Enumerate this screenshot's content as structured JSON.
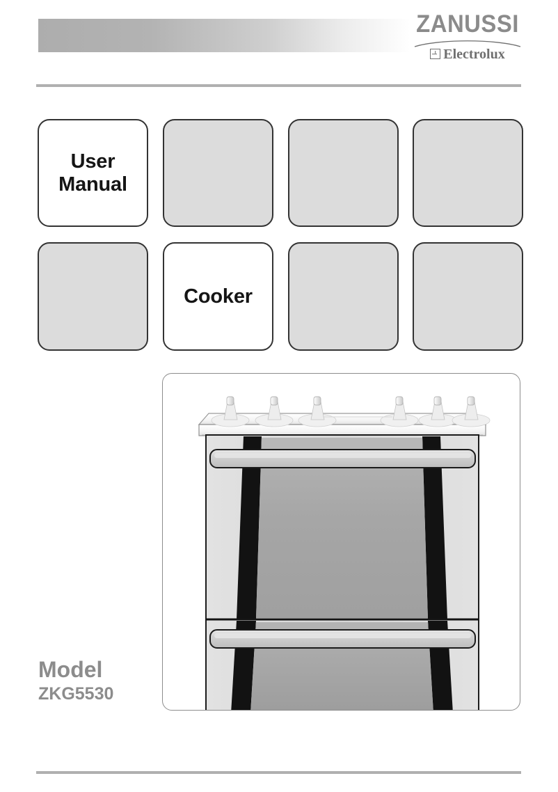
{
  "document": {
    "type": "appliance-user-manual-cover",
    "brand_primary": "ZANUSSI",
    "brand_secondary": "Electrolux",
    "brand_color": "#8b8b8b",
    "rule_color": "#b0b0b0",
    "tile_fill_empty": "#dcdcdc",
    "tile_fill_active": "#ffffff",
    "tile_border": "#333333"
  },
  "header": {
    "gradient_from": "#adadad",
    "gradient_to": "#ffffff",
    "logo": {
      "wordmark": "ZANUSSI",
      "submark": "Electrolux",
      "mark_icon": "electrolux-square-mark"
    }
  },
  "tiles": {
    "row1": [
      {
        "label": "User\nManual",
        "line1": "User",
        "line2": "Manual",
        "state": "filled"
      },
      {
        "label": "",
        "state": "empty"
      },
      {
        "label": "",
        "state": "empty"
      },
      {
        "label": "",
        "state": "empty"
      }
    ],
    "row2": [
      {
        "label": "",
        "state": "empty"
      },
      {
        "label": "Cooker",
        "line1": "Cooker",
        "line2": "",
        "state": "filled"
      },
      {
        "label": "",
        "state": "empty"
      },
      {
        "label": "",
        "state": "empty"
      }
    ]
  },
  "model": {
    "label": "Model",
    "code": "ZKG5530"
  },
  "product_image": {
    "name": "cooker-front-view",
    "description": "Freestanding cooker front view with control panel, six control knobs, oven door with handle and storage drawer with handle",
    "knob_count": 6,
    "handle_count": 2,
    "colors": {
      "body": "#d8d8d8",
      "door_glass": "#a8a8a8",
      "door_side_strip": "#141414",
      "handle": "#c6c6c6",
      "panel_top": "#f2f2f2"
    }
  }
}
